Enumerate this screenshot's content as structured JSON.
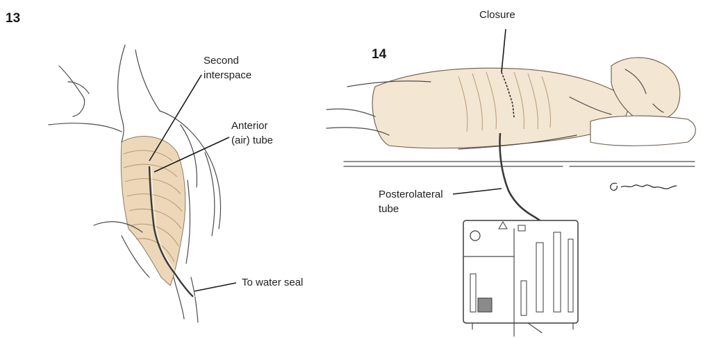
{
  "figures": {
    "left_number": "13",
    "right_number": "14"
  },
  "labels_left": {
    "second_interspace_line1": "Second",
    "second_interspace_line2": "interspace",
    "anterior_line1": "Anterior",
    "anterior_line2": "(air) tube",
    "water_seal": "To water seal"
  },
  "labels_right": {
    "closure": "Closure",
    "posterolateral_line1": "Posterolateral",
    "posterolateral_line2": "tube"
  },
  "signature": "C Bonner",
  "colors": {
    "skin": "#f3e6d2",
    "rib": "#ecd7b8",
    "line": "#4a4a4a",
    "text": "#1e1e1e"
  }
}
